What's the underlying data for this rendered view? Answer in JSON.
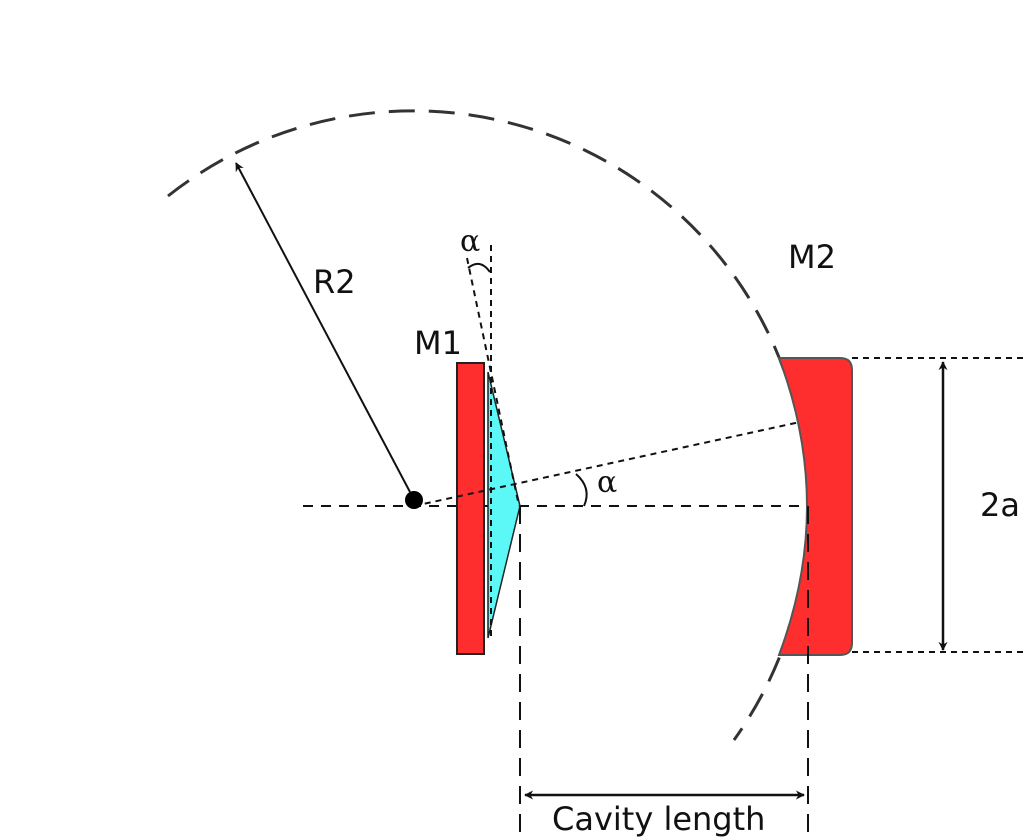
{
  "labels": {
    "r2": "R2",
    "m1": "M1",
    "m2": "M2",
    "aperture": "2a",
    "cavity_length": "Cavity length",
    "alpha_top": "α",
    "alpha_axis": "α"
  },
  "colors": {
    "mirror": "#ff2e2e",
    "wedge": "#5cf7f7",
    "line": "#111111",
    "arc": "#333333"
  }
}
